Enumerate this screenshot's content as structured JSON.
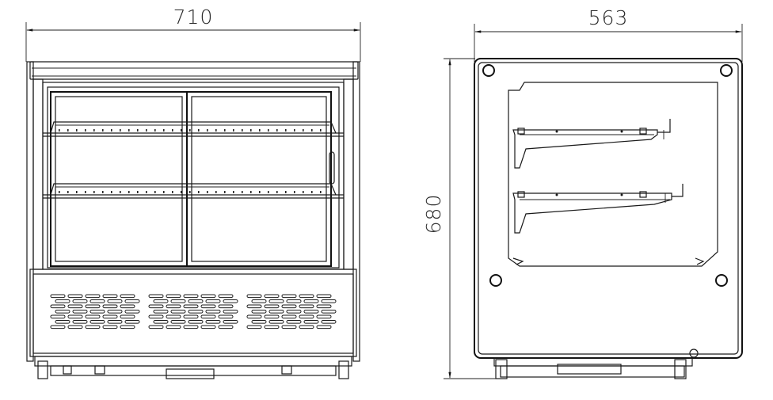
{
  "dimensions": {
    "width": "710",
    "depth": "563",
    "height": "680"
  },
  "views": {
    "front": {
      "shelves": 2,
      "vent_groups": 3
    },
    "side": {
      "shelves": 2,
      "corner_holes": 4
    }
  }
}
